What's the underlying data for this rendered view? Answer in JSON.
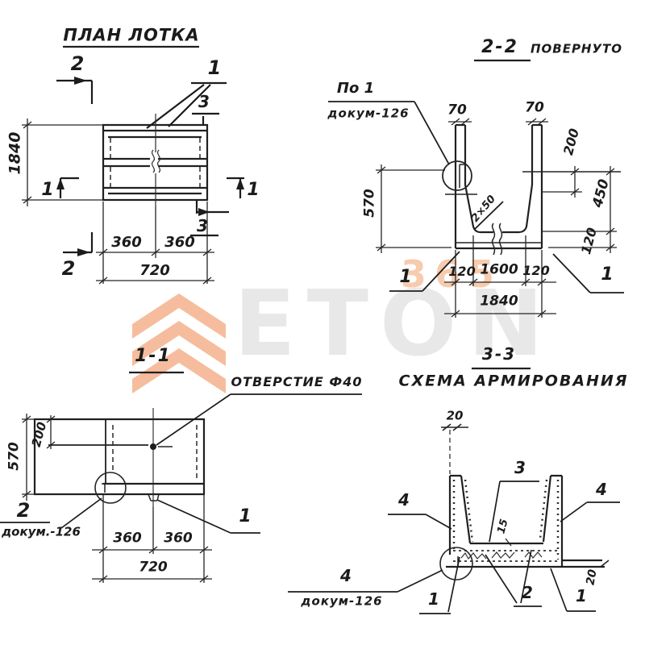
{
  "watermark": {
    "number": "365",
    "brand": "ETON",
    "accent_color": "#f2a87e",
    "brand_color": "#e8e8e8"
  },
  "plan": {
    "title": "ПЛАН ЛОТКА",
    "section_mark_top": "2",
    "section_mark_bottom": "2",
    "cut_mark_left": "1",
    "cut_mark_right": "1",
    "item_label_1": "1",
    "item_label_3_top": "3",
    "item_label_3_bottom": "3",
    "dim_length": "1840",
    "dim_half_left": "360",
    "dim_half_right": "360",
    "dim_width_total": "720"
  },
  "section_2_2": {
    "title": "2-2",
    "rotated_note": "ПОВЕРНУТО",
    "detail_ref": "По 1",
    "detail_doc": "докум-126",
    "dim_wall_top_left": "70",
    "dim_wall_top_right": "70",
    "dim_depth": "200",
    "dim_wall_height": "450",
    "dim_slab_right": "120",
    "dim_total_height": "570",
    "chamfer_note": "2×50",
    "dim_bottom_left": "120",
    "dim_bottom_middle": "1600",
    "dim_bottom_right": "120",
    "dim_bottom_total": "1840",
    "leader_left": "1",
    "leader_right": "1"
  },
  "section_1_1": {
    "title": "1-1",
    "hole_note": "ОТВЕРСТИЕ Ф40",
    "dim_total_height": "570",
    "dim_top": "200",
    "detail_label": "2",
    "detail_doc": "докум.-126",
    "leader_right": "1",
    "dim_half_left": "360",
    "dim_half_right": "360",
    "dim_width_total": "720"
  },
  "section_3_3": {
    "title": "3-3",
    "subtitle": "СХЕМА АРМИРОВАНИЯ",
    "dim_top_cover": "20",
    "bar_label_3": "3",
    "bar_label_4_left": "4",
    "bar_label_4_right": "4",
    "bar_label_4_bottom": "4",
    "detail_doc": "докум-126",
    "dim_spacing": "15",
    "bar_label_2": "2",
    "bar_label_1_left": "1",
    "bar_label_1_right": "1",
    "dim_bottom_cover": "20"
  }
}
